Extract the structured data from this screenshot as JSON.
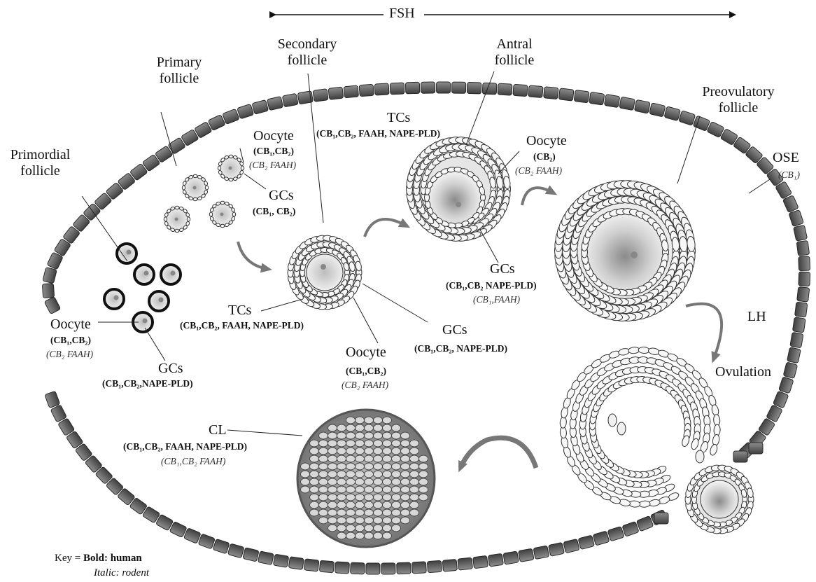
{
  "fsh": "FSH",
  "lh": "LH",
  "ovulation": "Ovulation",
  "stages": {
    "primordial": {
      "title_l1": "Primordial",
      "title_l2": "follicle",
      "oocyte": "Oocyte",
      "oocyte_human": "(CB₁,CB₂)",
      "oocyte_rodent": "(CB₂ FAAH)",
      "gcs": "GCs",
      "gcs_human": "(CB₁,CB₂,NAPE-PLD)"
    },
    "primary": {
      "title_l1": "Primary",
      "title_l2": "follicle",
      "oocyte": "Oocyte",
      "oocyte_human": "(CB₁,CB₂)",
      "oocyte_rodent": "(CB₂ FAAH)",
      "gcs": "GCs",
      "gcs_human": "(CB₁, CB₂)"
    },
    "secondary": {
      "title_l1": "Secondary",
      "title_l2": "follicle",
      "tcs": "TCs",
      "tcs_human": "(CB₁,CB₂, FAAH, NAPE-PLD)",
      "gcs": "GCs",
      "gcs_human": "(CB₁,CB₂, NAPE-PLD)",
      "oocyte": "Oocyte",
      "oocyte_human": "(CB₁,CB₂)",
      "oocyte_rodent": "(CB₂ FAAH)"
    },
    "antral": {
      "title_l1": "Antral",
      "title_l2": "follicle",
      "tcs": "TCs",
      "tcs_human": "(CB₁,CB₂, FAAH, NAPE-PLD)",
      "oocyte": "Oocyte",
      "oocyte_human": "(CB₂)",
      "oocyte_rodent": "(CB₂ FAAH)",
      "gcs": "GCs",
      "gcs_human": "(CB₁,CB₂ NAPE-PLD)",
      "gcs_rodent": "(CB₁,FAAH)"
    },
    "preovulatory": {
      "title_l1": "Preovulatory",
      "title_l2": "follicle"
    },
    "ose": {
      "label": "OSE",
      "rodent": "(CB₁)"
    },
    "cl": {
      "label": "CL",
      "human": "(CB₁,CB₂, FAAH, NAPE-PLD)",
      "rodent": "(CB₁,CB₂ FAAH)"
    }
  },
  "key": {
    "prefix": "Key = ",
    "bold_label": "Bold: human",
    "italic_label": "Italic: rodent"
  }
}
